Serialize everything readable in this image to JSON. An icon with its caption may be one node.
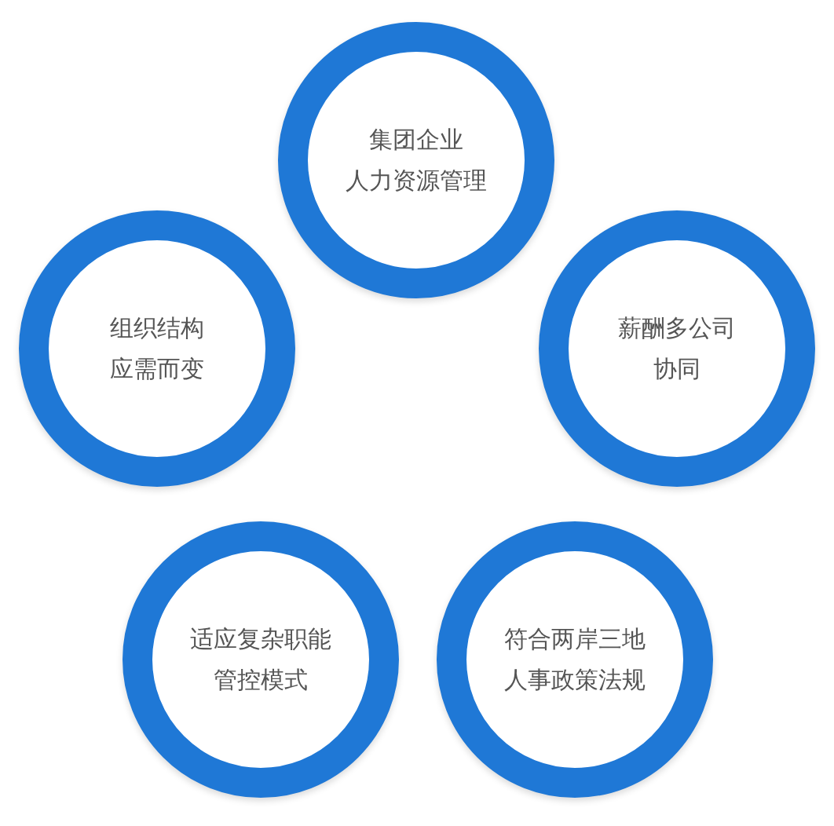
{
  "diagram": {
    "nodes": [
      {
        "text": [
          "集团企业人力资源管理"
        ]
      },
      {
        "text": [
          "组织结构应需而变"
        ]
      },
      {
        "text": [
          "薪酬多公司协同"
        ]
      },
      {
        "text": [
          "适应复杂职能管控模式"
        ]
      },
      {
        "text": [
          "符合两岸三地人事政策法规"
        ]
      }
    ]
  }
}
